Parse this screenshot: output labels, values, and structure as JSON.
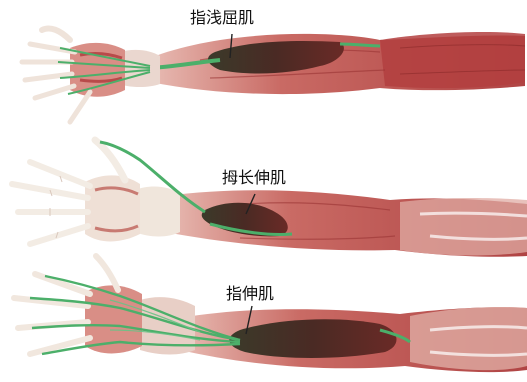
{
  "labels": {
    "top": "指浅屈肌",
    "middle": "拇长伸肌",
    "bottom": "指伸肌"
  },
  "colors": {
    "background": "#ffffff",
    "muscle_red": "#b84a4a",
    "muscle_dark": "#8e2d2d",
    "bone_white": "#f3ece4",
    "tendon_pink": "#e6c3bd",
    "highlight_green": "#4caf6a",
    "highlight_dark": "#3a2a22",
    "leader_line": "#222222"
  }
}
